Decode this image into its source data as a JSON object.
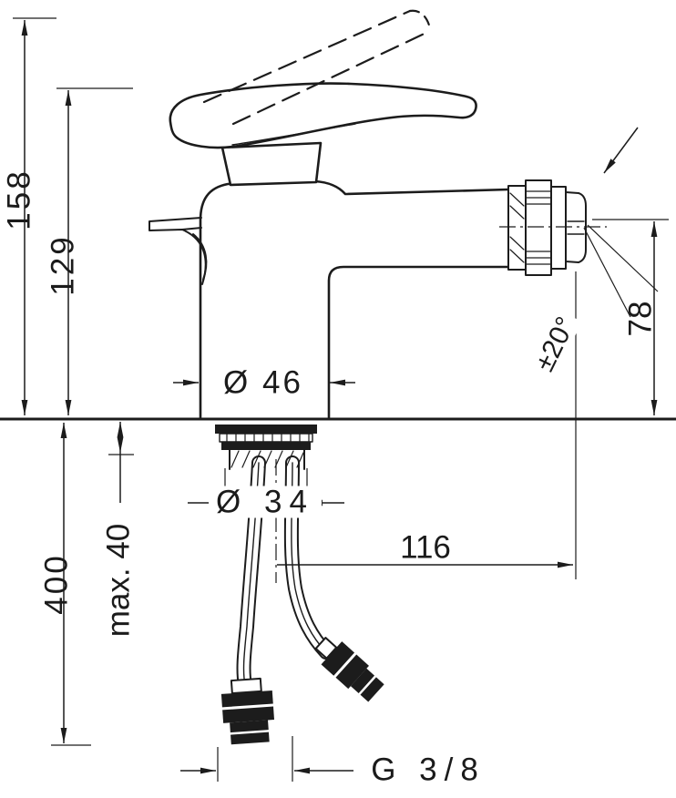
{
  "meta": {
    "drawing_type": "technical dimension drawing, single-lever bidet mixer",
    "background": "#ffffff",
    "line_color": "#1c1c1c"
  },
  "labels": {
    "total_height": "158",
    "handle_height": "129",
    "body_diameter": "Ø 46",
    "shank_diameter": "Ø 34",
    "mounting_max": "max. 40",
    "hose_length": "400",
    "outlet_reach": "116",
    "swivel_angle": "±20°",
    "outlet_height": "78",
    "connection_thread": "G 3/8"
  }
}
